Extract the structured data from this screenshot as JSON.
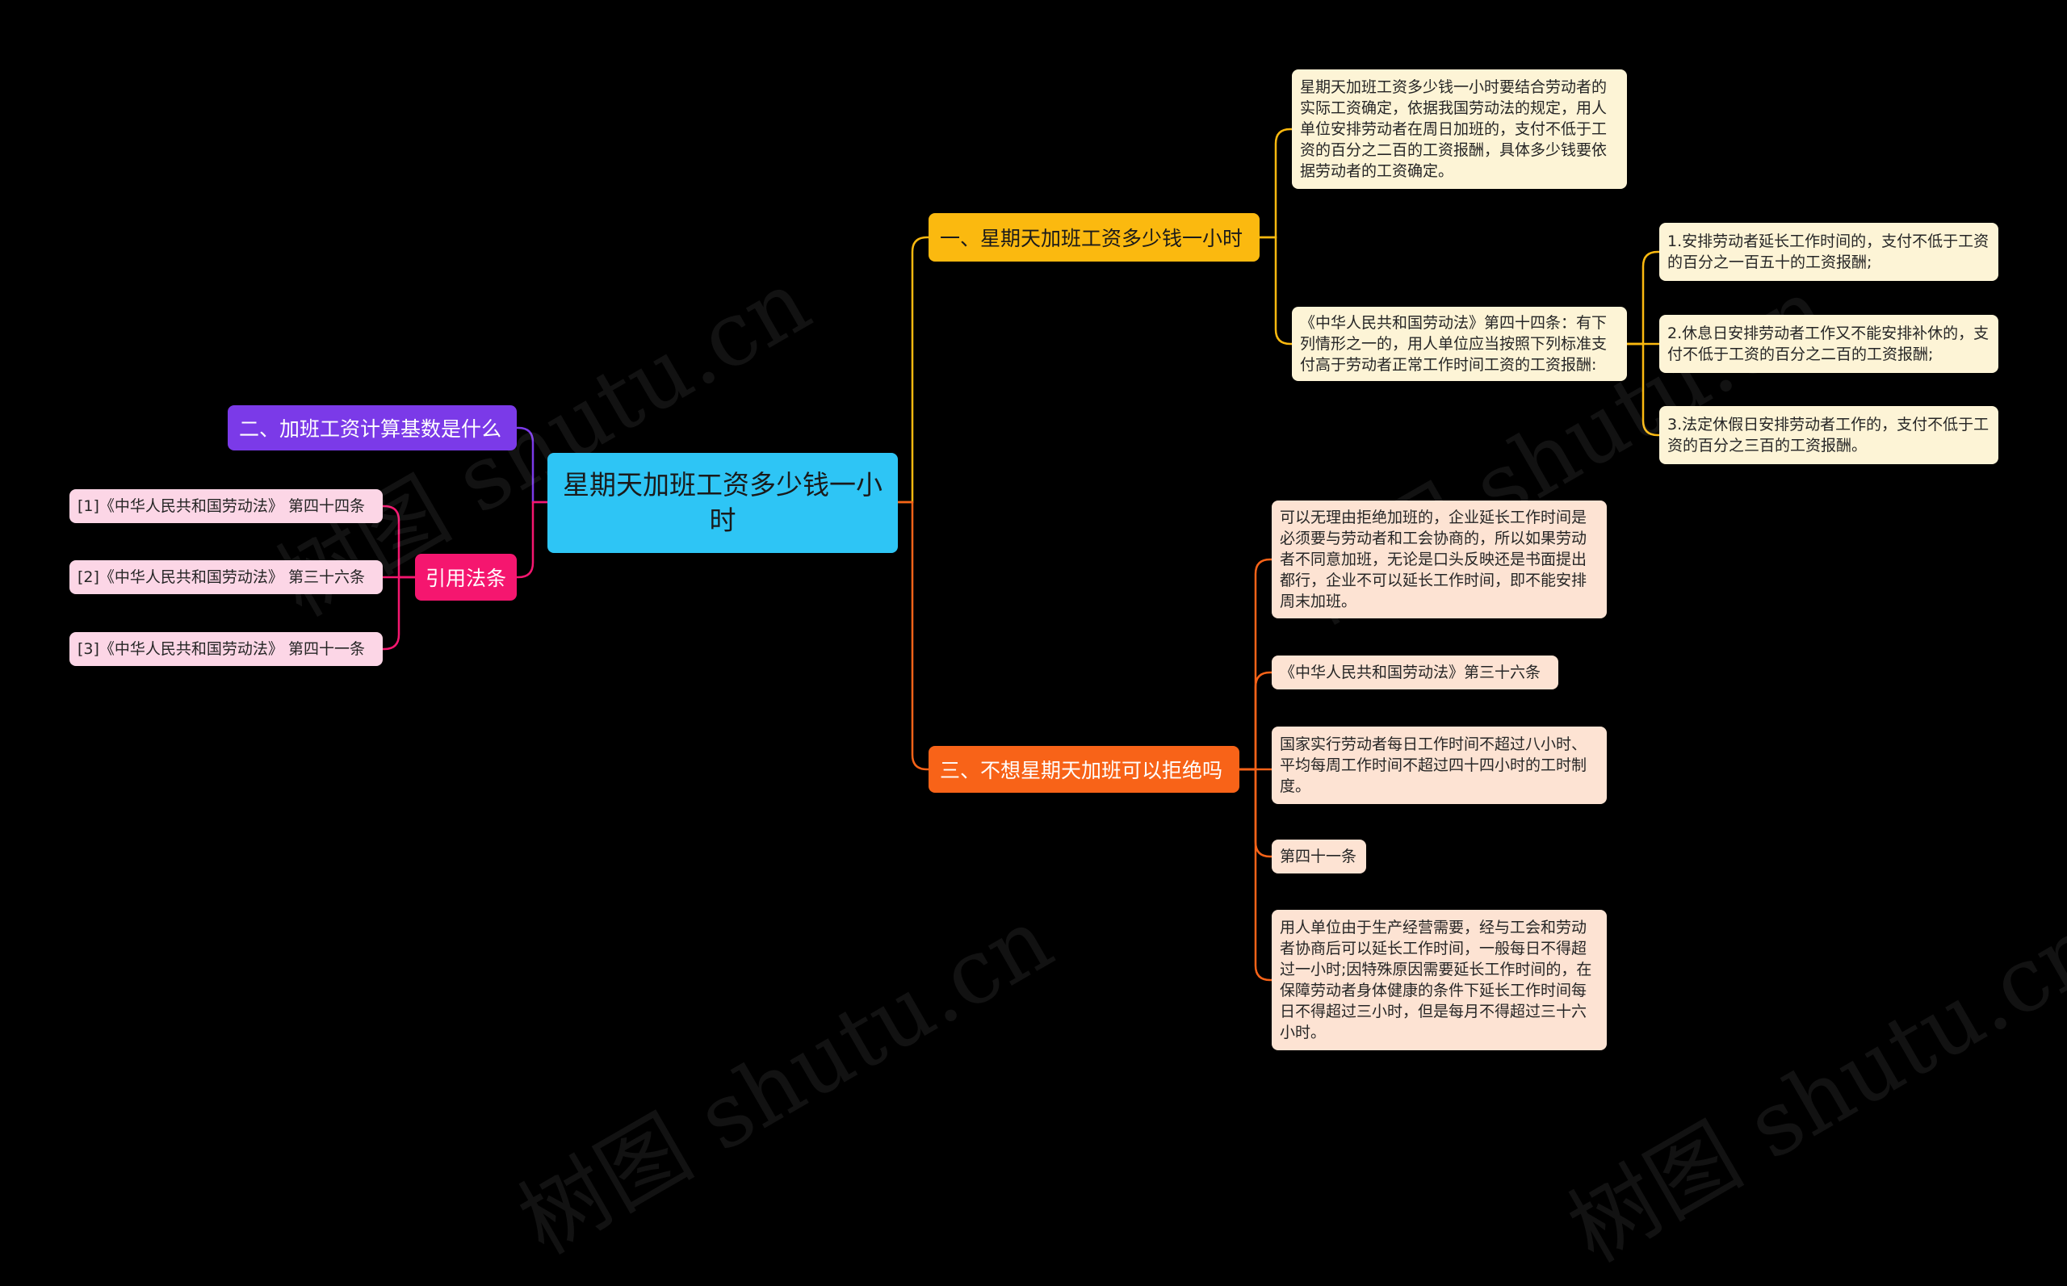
{
  "colors": {
    "background": "#000000",
    "root": "#2ec5f5",
    "branch1": "#fbb90f",
    "branch2": "#7b3ae8",
    "branch3": "#f86318",
    "branch4": "#f5166f",
    "leaf_yellow": "#fdf4d6",
    "leaf_orange": "#fde3d3",
    "leaf_pink": "#fcd6e6"
  },
  "watermark": "树图 shutu.cn",
  "root": {
    "text": "星期天加班工资多少钱一小时"
  },
  "branches": {
    "b1": {
      "title": "一、星期天加班工资多少钱一小时",
      "children": {
        "c1": "星期天加班工资多少钱一小时要结合劳动者的实际工资确定，依据我国劳动法的规定，用人单位安排劳动者在周日加班的，支付不低于工资的百分之二百的工资报酬，具体多少钱要依据劳动者的工资确定。",
        "c2": {
          "text": "《中华人民共和国劳动法》第四十四条：有下列情形之一的，用人单位应当按照下列标准支付高于劳动者正常工作时间工资的工资报酬:",
          "children": [
            "1.安排劳动者延长工作时间的，支付不低于工资的百分之一百五十的工资报酬;",
            "2.休息日安排劳动者工作又不能安排补休的，支付不低于工资的百分之二百的工资报酬;",
            "3.法定休假日安排劳动者工作的，支付不低于工资的百分之三百的工资报酬。"
          ]
        }
      }
    },
    "b2": {
      "title": "二、加班工资计算基数是什么"
    },
    "b3": {
      "title": "三、不想星期天加班可以拒绝吗",
      "children": [
        "可以无理由拒绝加班的，企业延长工作时间是必须要与劳动者和工会协商的，所以如果劳动者不同意加班，无论是口头反映还是书面提出都行，企业不可以延长工作时间，即不能安排周末加班。",
        "《中华人民共和国劳动法》第三十六条",
        "国家实行劳动者每日工作时间不超过八小时、平均每周工作时间不超过四十四小时的工时制度。",
        "第四十一条",
        "用人单位由于生产经营需要，经与工会和劳动者协商后可以延长工作时间，一般每日不得超过一小时;因特殊原因需要延长工作时间的，在保障劳动者身体健康的条件下延长工作时间每日不得超过三小时，但是每月不得超过三十六小时。"
      ]
    },
    "b4": {
      "title": "引用法条",
      "children": [
        "[1]《中华人民共和国劳动法》 第四十四条",
        "[2]《中华人民共和国劳动法》 第三十六条",
        "[3]《中华人民共和国劳动法》 第四十一条"
      ]
    }
  }
}
